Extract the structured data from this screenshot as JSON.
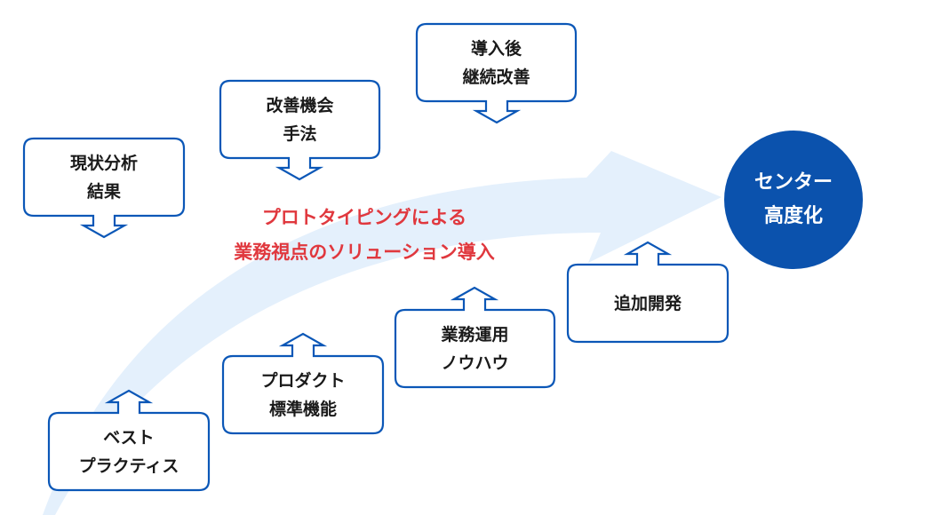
{
  "colors": {
    "box_border": "#0b57b7",
    "arrow_fill": "#e4f0fc",
    "center_fill": "#0b52ad",
    "tagline": "#e0383e",
    "text": "#1a1a1a"
  },
  "top_boxes": [
    {
      "lines": [
        "現状分析",
        "結果"
      ]
    },
    {
      "lines": [
        "改善機会",
        "手法"
      ]
    },
    {
      "lines": [
        "導入後",
        "継続改善"
      ]
    }
  ],
  "bottom_boxes": [
    {
      "lines": [
        "ベスト",
        "プラクティス"
      ]
    },
    {
      "lines": [
        "プロダクト",
        "標準機能"
      ]
    },
    {
      "lines": [
        "業務運用",
        "ノウハウ"
      ]
    },
    {
      "lines": [
        "追加開発"
      ]
    }
  ],
  "tagline": {
    "lines": [
      "プロトタイピングによる",
      "業務視点のソリューション導入"
    ]
  },
  "goal": {
    "lines": [
      "センター",
      "高度化"
    ]
  }
}
